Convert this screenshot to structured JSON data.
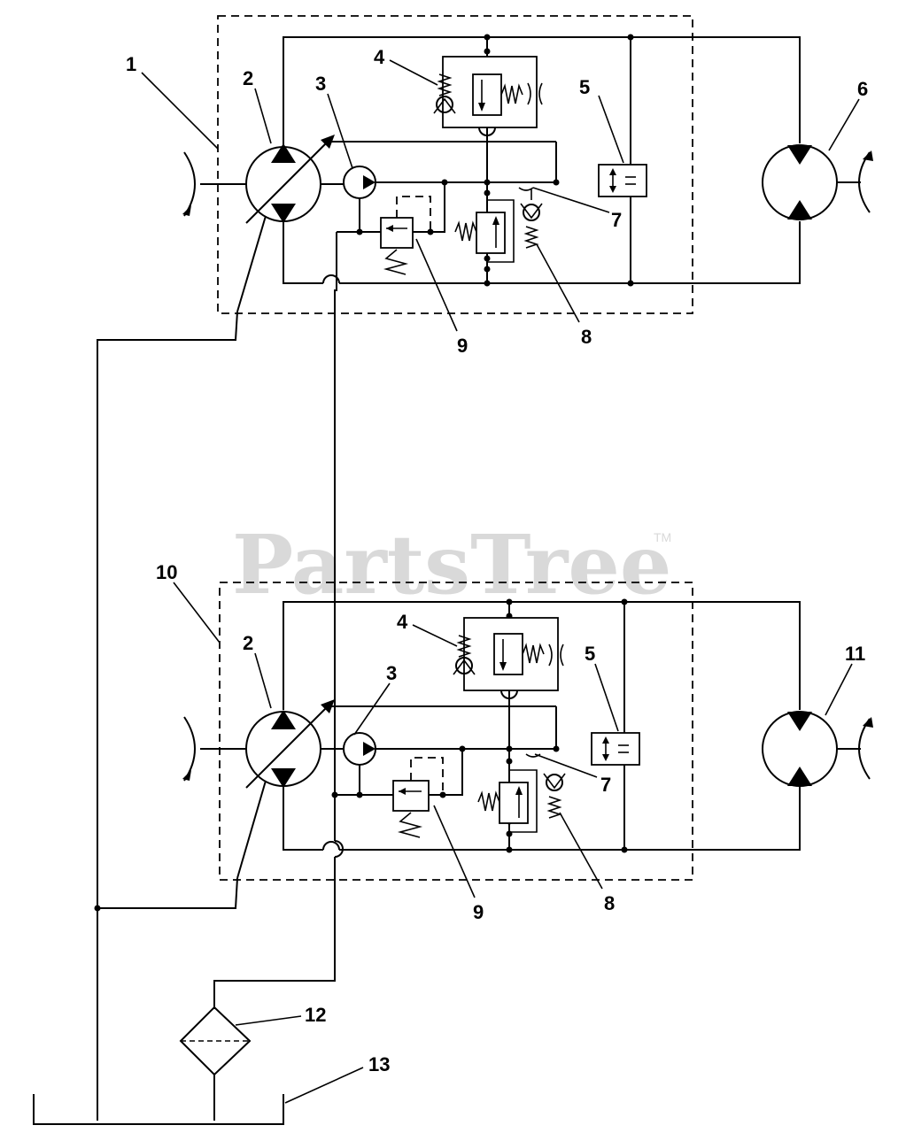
{
  "watermark": {
    "text": "PartsTree",
    "tm": "TM"
  },
  "callouts": {
    "upper_unit": "1",
    "pump_upper": "2",
    "charge_pump_upper": "3",
    "relief_upper_top": "4",
    "valve_upper": "5",
    "wheel_motor_upper": "6",
    "orifice_upper": "7",
    "relief_upper_bottom": "8",
    "charge_relief_upper": "9",
    "lower_unit": "10",
    "pump_lower": "2",
    "charge_pump_lower": "3",
    "relief_lower_top": "4",
    "valve_lower": "5",
    "wheel_motor_lower": "11",
    "orifice_lower": "7",
    "relief_lower_bottom": "8",
    "charge_relief_lower": "9",
    "filter": "12",
    "reservoir": "13"
  }
}
